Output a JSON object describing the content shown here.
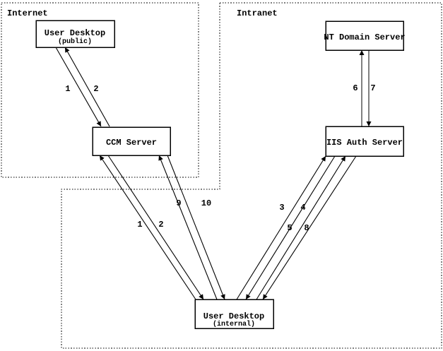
{
  "zones": {
    "internet": {
      "label": "Internet"
    },
    "intranet": {
      "label": "Intranet"
    }
  },
  "nodes": {
    "user_desktop_public": {
      "title": "User Desktop",
      "subtitle": "(public)"
    },
    "ccm_server": {
      "title": "CCM Server"
    },
    "nt_domain_server": {
      "title": "NT Domain Server"
    },
    "iis_auth_server": {
      "title": "IIS Auth Server"
    },
    "user_desktop_internal": {
      "title": "User Desktop",
      "subtitle": "(internal)"
    }
  },
  "edges": {
    "desktop_public_to_ccm": {
      "label": "1"
    },
    "ccm_to_desktop_public": {
      "label": "2"
    },
    "desktop_internal_to_ccm": {
      "label": "1"
    },
    "ccm_to_desktop_internal": {
      "label": "2"
    },
    "desktop_internal_to_iis_a": {
      "label": "3"
    },
    "iis_to_desktop_internal_a": {
      "label": "4"
    },
    "desktop_internal_to_iis_b": {
      "label": "5"
    },
    "iis_to_nt_domain": {
      "label": "6"
    },
    "nt_domain_to_iis": {
      "label": "7"
    },
    "iis_to_desktop_internal_b": {
      "label": "8"
    },
    "desktop_internal_to_ccm_b": {
      "label": "9"
    },
    "ccm_to_desktop_internal_b": {
      "label": "10"
    }
  },
  "colors": {
    "ink": "#000000",
    "background": "#ffffff"
  }
}
